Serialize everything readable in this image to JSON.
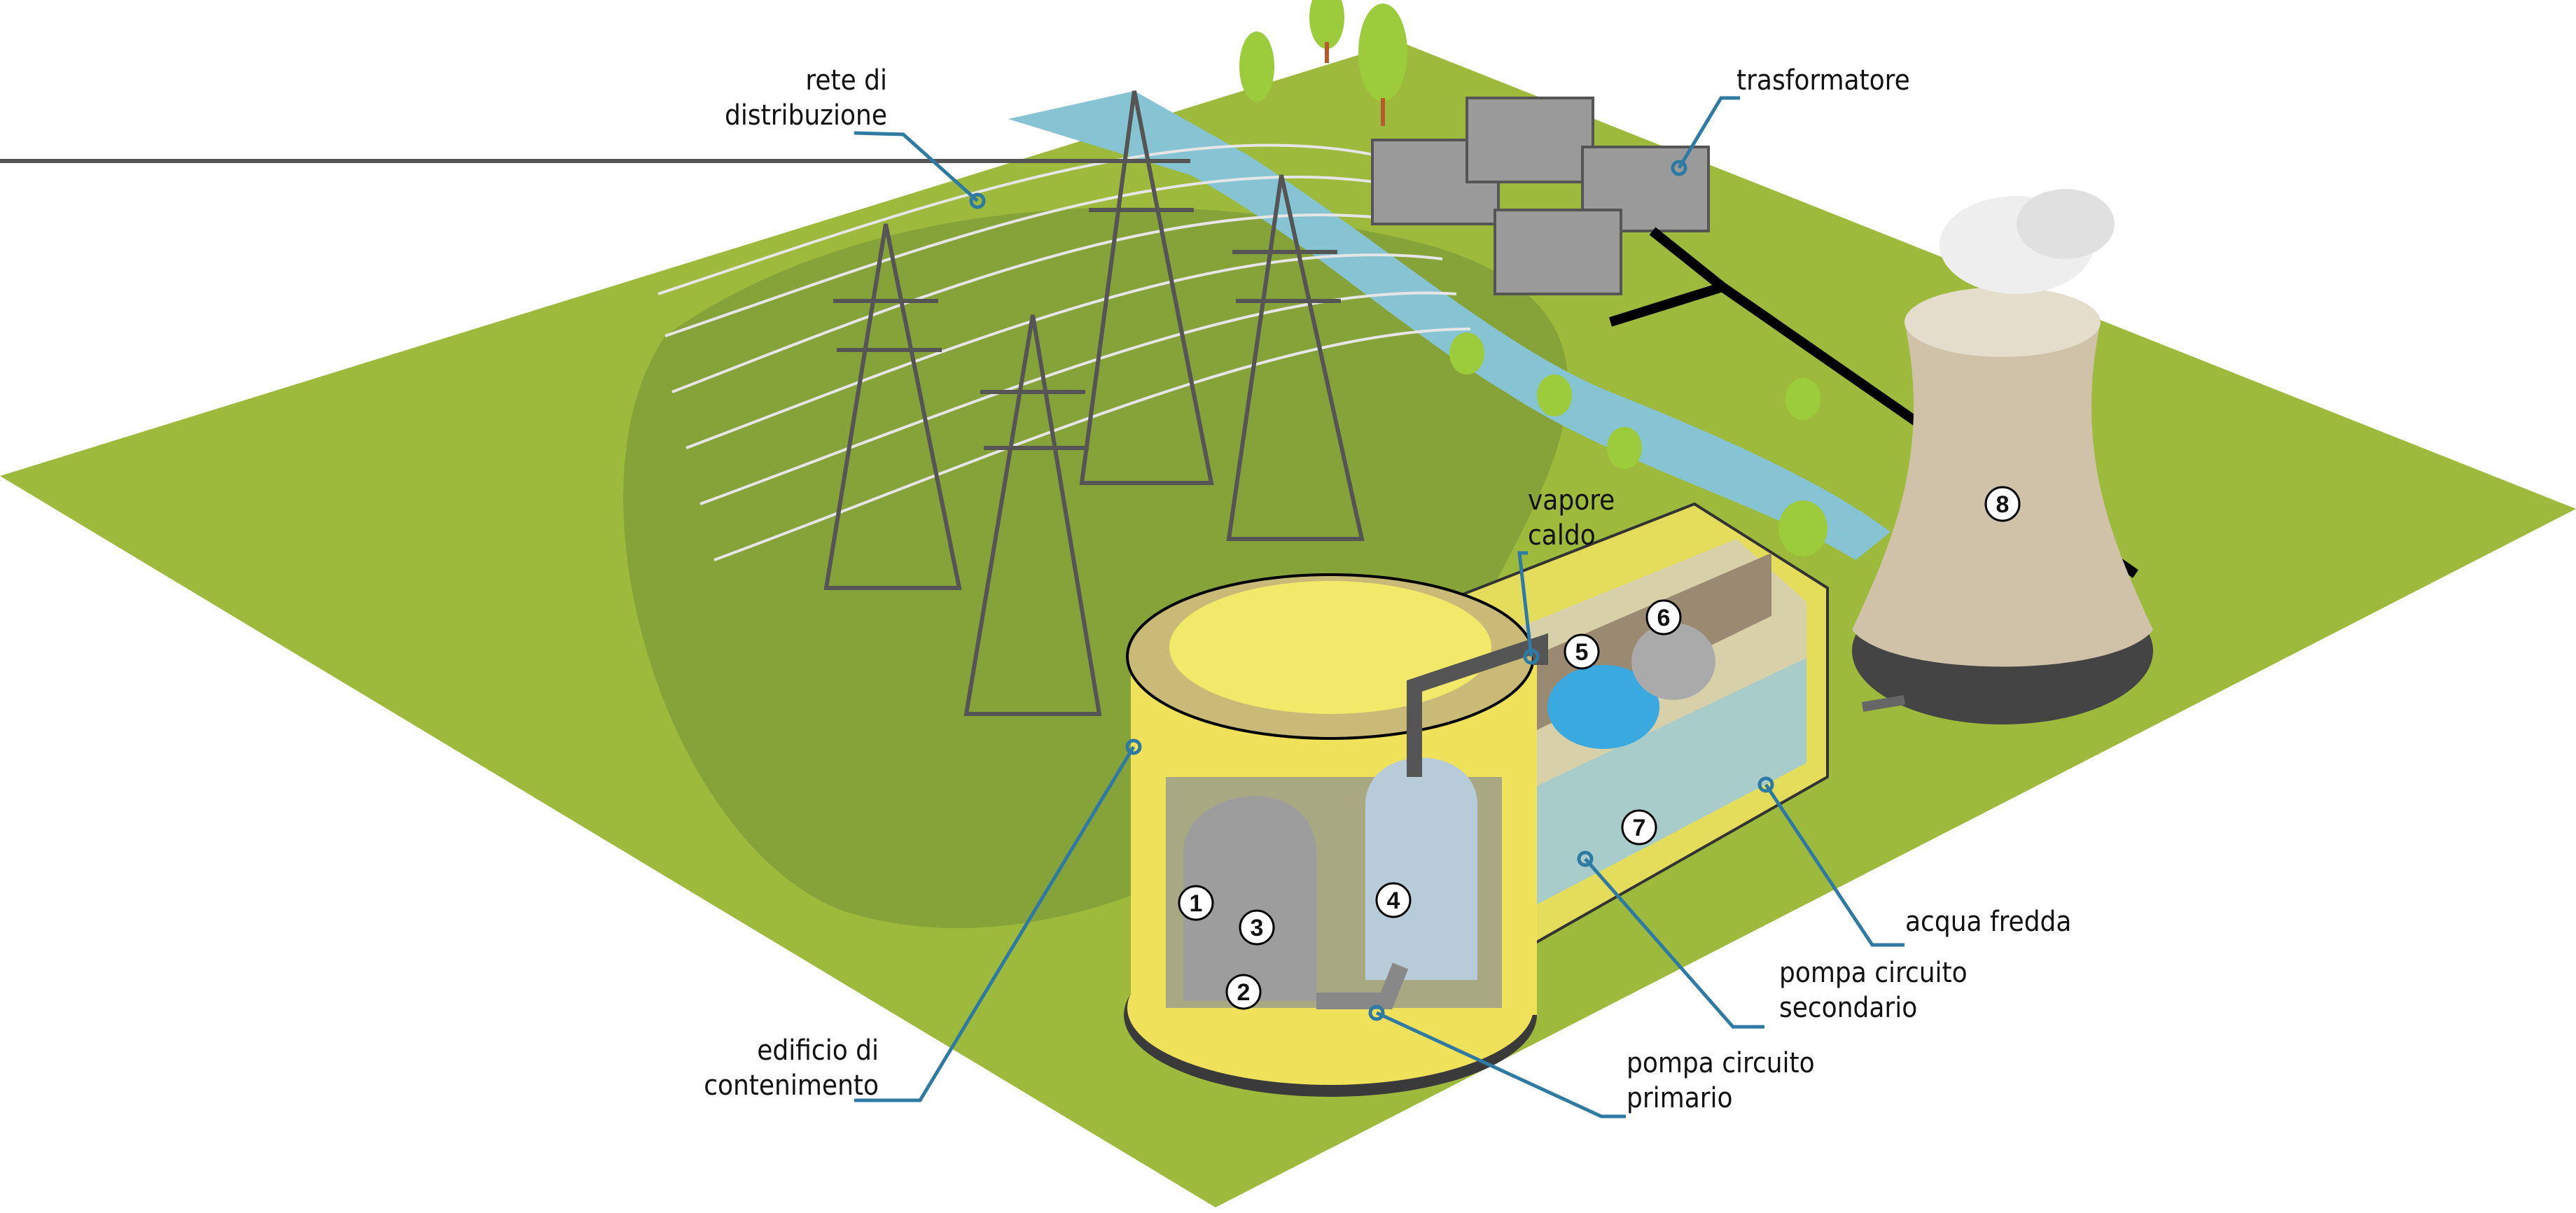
{
  "title": "Centrale nucleare",
  "labels": {
    "grid_line1": "rete di",
    "grid_line2": "distribuzione",
    "transformer": "trasformatore",
    "steam_line1": "vapore",
    "steam_line2": "caldo",
    "cold_water": "acqua fredda",
    "secondary_pump_line1": "pompa circuito",
    "secondary_pump_line2": "secondario",
    "primary_pump_line1": "pompa circuito",
    "primary_pump_line2": "primario",
    "containment_line1": "edificio di",
    "containment_line2": "contenimento"
  },
  "markers": [
    "1",
    "2",
    "3",
    "4",
    "5",
    "6",
    "7",
    "8"
  ],
  "colors": {
    "ground": "#9dba3c",
    "ground_dark": "#86a33a",
    "river": "#86c3d3",
    "containment": "#f1e35a",
    "turbine": "#3aa9df",
    "leader": "#2f7aa3"
  }
}
